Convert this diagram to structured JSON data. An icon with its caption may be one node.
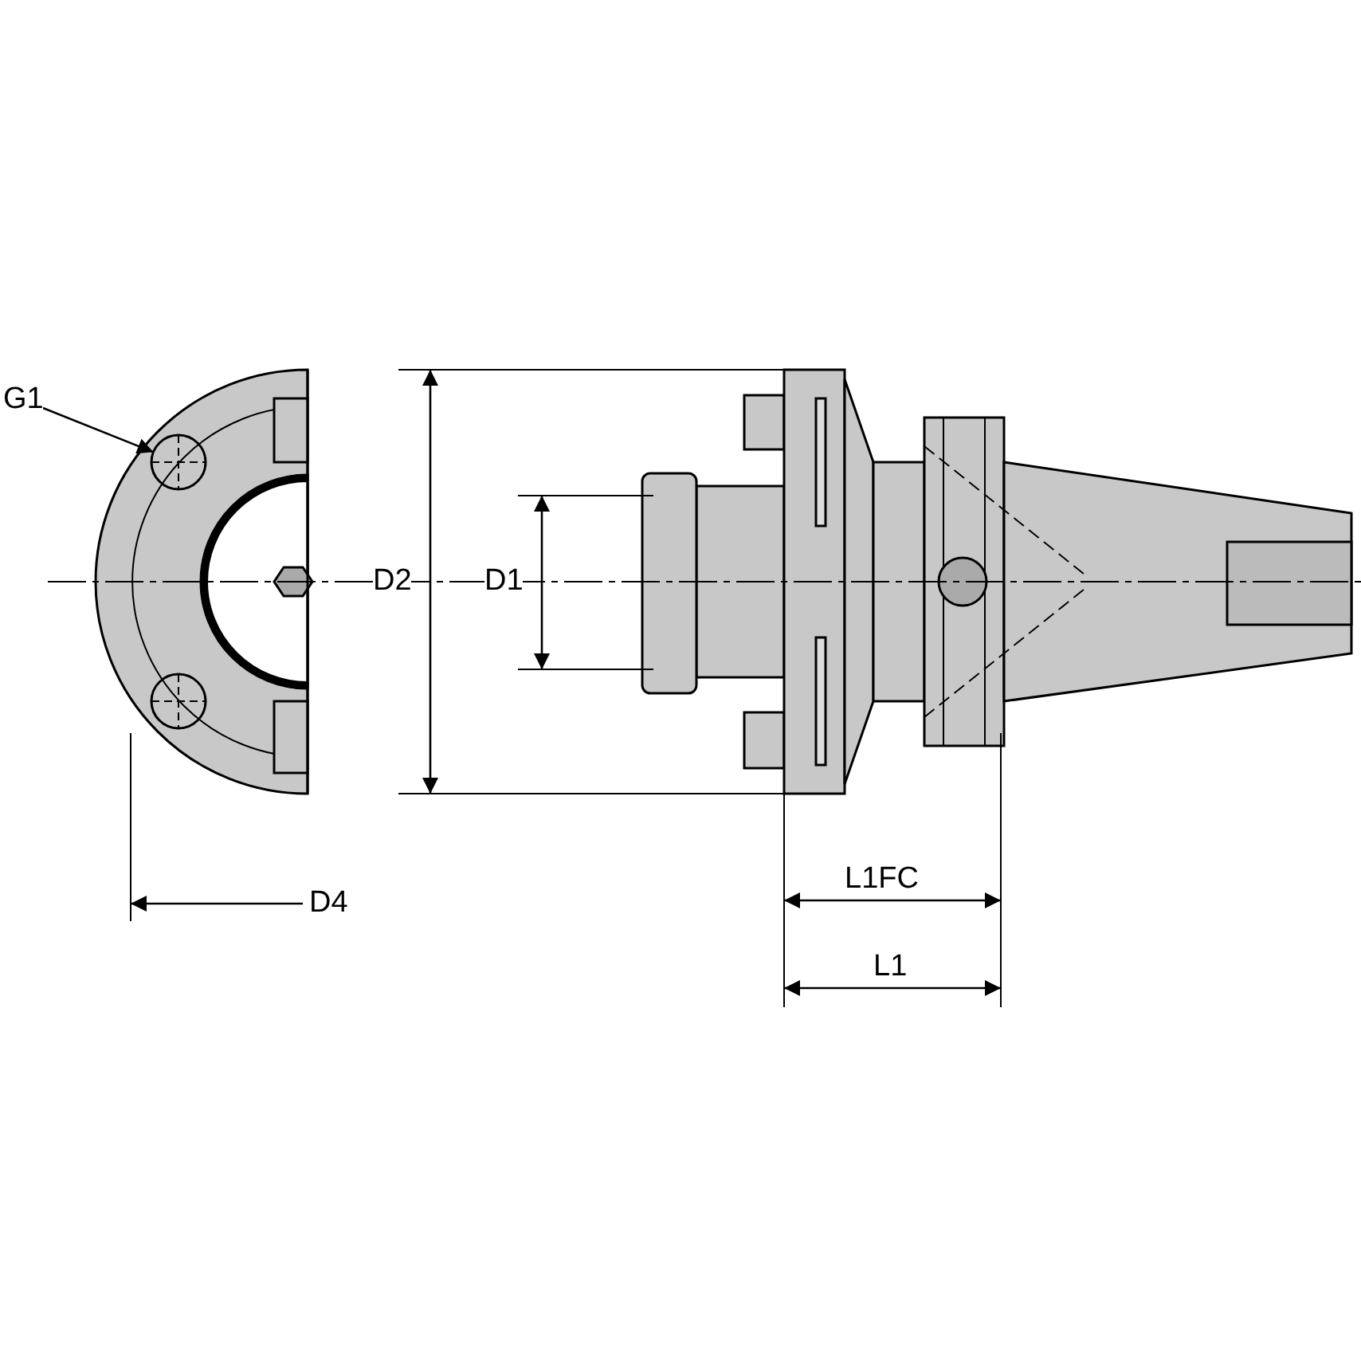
{
  "diagram": {
    "nodes": [
      {
        "text": [
          "G1"
        ]
      },
      {
        "text": [],
        "shape": "circle"
      }
    ],
    "edges": [
      {
        "from": 0,
        "to": 1,
        "arrow": "to"
      }
    ],
    "labels": [
      "D2",
      "D1",
      "D4",
      "L1FC",
      "L1"
    ]
  }
}
